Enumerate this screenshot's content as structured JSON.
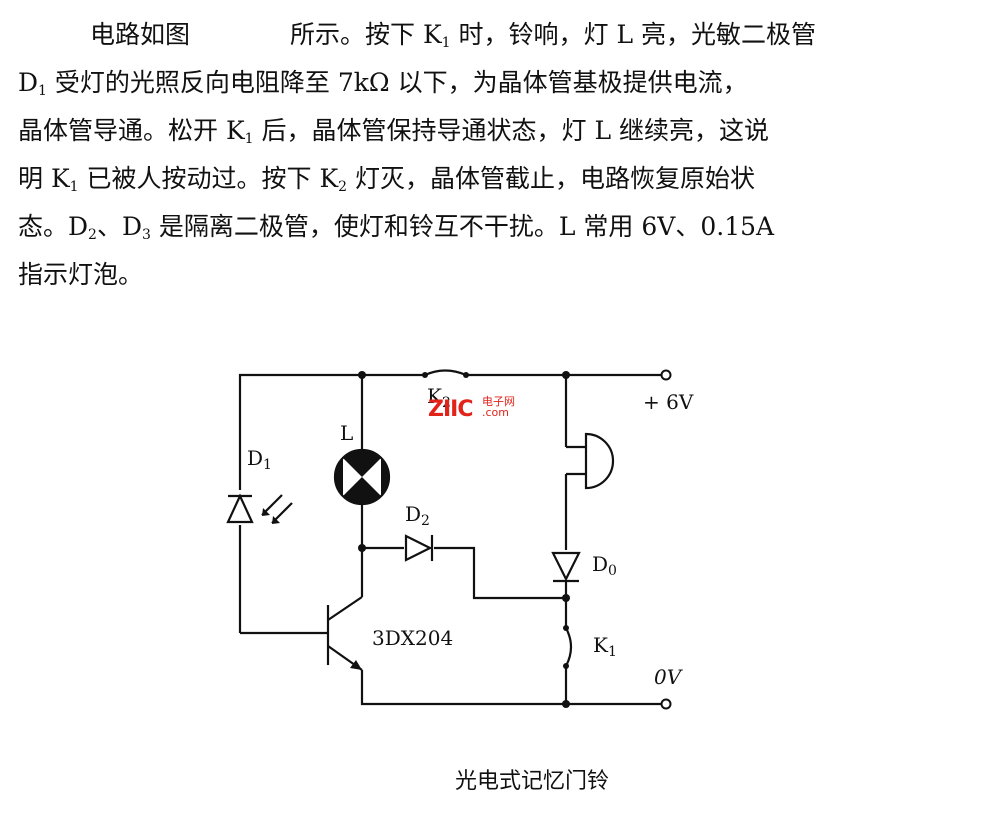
{
  "text": {
    "line1": {
      "a": "电路如图",
      "b": "所示。按下 K",
      "b_sub": "1",
      "c": " 时，铃响，灯 L 亮，光敏二极管"
    },
    "line2": {
      "a": "D",
      "a_sub": "1",
      "b": " 受灯的光照反向电阻降至 7kΩ 以下，为晶体管基极提供电流，"
    },
    "line3": {
      "a": "晶体管导通。松开 K",
      "a_sub": "1",
      "b": " 后，晶体管保持导通状态，灯 L 继续亮，这说"
    },
    "line4": {
      "a": "明 K",
      "a_sub": "1",
      "b": " 已被人按动过。按下 K",
      "b_sub": "2",
      "c": " 灯灭，晶体管截止，电路恢复原始状"
    },
    "line5": {
      "a": "态。D",
      "a_sub": "2",
      "b": "、D",
      "b_sub": "3",
      "c": " 是隔离二极管，使灯和铃互不干扰。L 常用 6V、0.15A"
    },
    "line6": "指示灯泡。"
  },
  "circuit": {
    "label_k2": {
      "main": "K",
      "sub": "2"
    },
    "label_6v": "+ 6V",
    "label_l": "L",
    "label_d1": {
      "main": "D",
      "sub": "1"
    },
    "label_d2": {
      "main": "D",
      "sub": "2"
    },
    "label_d0": {
      "main": "D",
      "sub": "0"
    },
    "label_transistor": "3DX204",
    "label_k1": {
      "main": "K",
      "sub": "1"
    },
    "label_0v": "0V",
    "watermark_main": "ZIIC",
    "watermark_sub1": "电子网",
    "watermark_sub2": ".com"
  },
  "caption": "光电式记忆门铃",
  "colors": {
    "ink": "#111111",
    "watermark": "#e2231a"
  }
}
